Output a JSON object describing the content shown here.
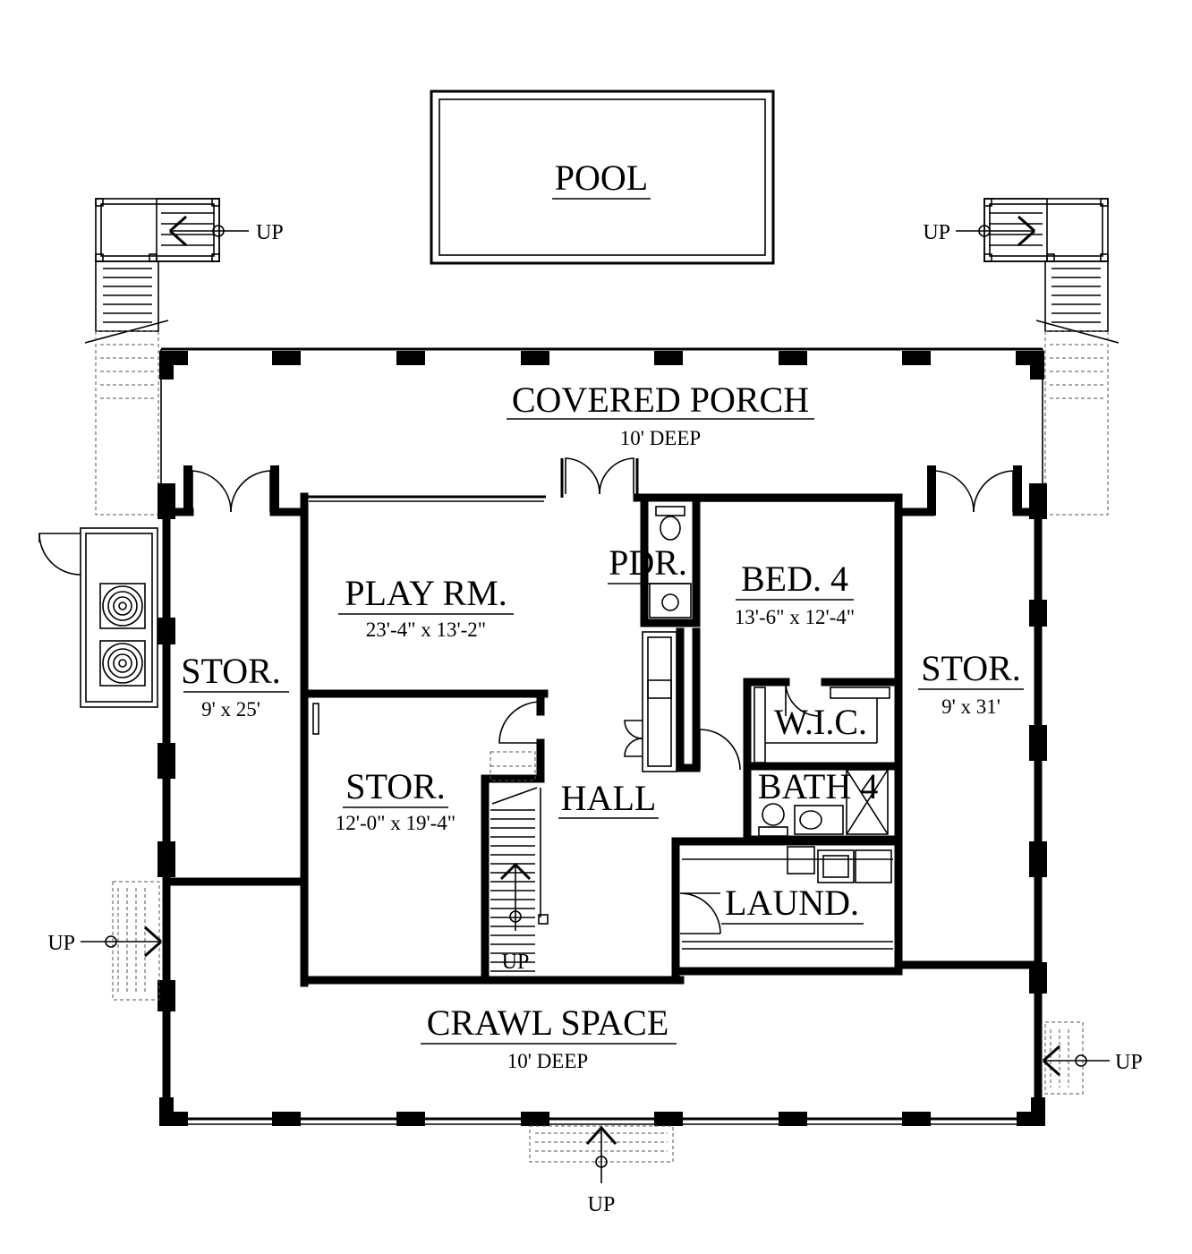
{
  "plan": {
    "rooms": {
      "pool": {
        "name": "POOL"
      },
      "covered_porch": {
        "name": "COVERED PORCH",
        "dims": "10' DEEP"
      },
      "play_room": {
        "name": "PLAY RM.",
        "dims": "23'-4\" x 13'-2\""
      },
      "powder": {
        "name": "PDR."
      },
      "bed4": {
        "name": "BED. 4",
        "dims": "13'-6\" x 12'-4\""
      },
      "stor_left": {
        "name": "STOR.",
        "dims": "9' x 25'"
      },
      "stor_right": {
        "name": "STOR.",
        "dims": "9' x 31'"
      },
      "wic": {
        "name": "W.I.C."
      },
      "bath4": {
        "name": "BATH 4"
      },
      "stor_mid": {
        "name": "STOR.",
        "dims": "12'-0\" x 19'-4\""
      },
      "hall": {
        "name": "HALL"
      },
      "laundry": {
        "name": "LAUND."
      },
      "crawl_space": {
        "name": "CRAWL SPACE",
        "dims": "10' DEEP"
      }
    },
    "stair_labels": {
      "top_left": "UP",
      "top_right": "UP",
      "left": "UP",
      "interior": "UP",
      "right": "UP",
      "bottom": "UP"
    }
  }
}
